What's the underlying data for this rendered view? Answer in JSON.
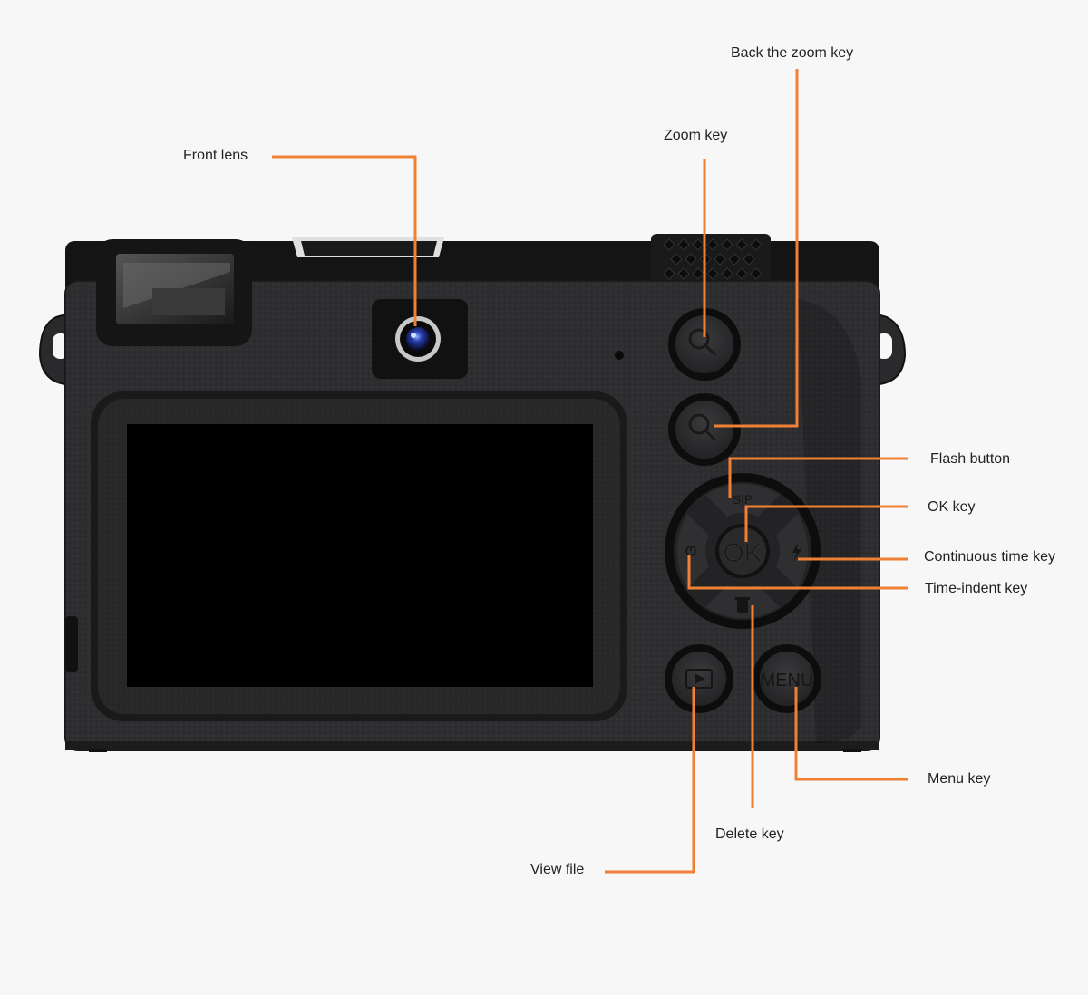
{
  "colors": {
    "background": "#f7f7f7",
    "callout_line": "#f08036",
    "label_text": "#222222",
    "camera_body": "#2d2d2f",
    "camera_dark": "#111111",
    "screen": "#000000"
  },
  "icons": {
    "zoom_in": "magnifier-icon",
    "zoom_out": "magnifier-icon",
    "play": "play-icon",
    "delete": "trash-icon",
    "flash": "flash-icon",
    "timer": "timer-icon"
  },
  "button_marks": {
    "ok": "OK",
    "menu": "MENU",
    "sp": "S|P"
  },
  "callouts": {
    "back_zoom": "Back the zoom key",
    "zoom": "Zoom key",
    "front_lens": "Front lens",
    "flash": "Flash button",
    "ok": "OK key",
    "continuous": "Continuous time key",
    "time_indent": "Time-indent key",
    "menu": "Menu key",
    "delete": "Delete key",
    "view_file": "View file"
  }
}
